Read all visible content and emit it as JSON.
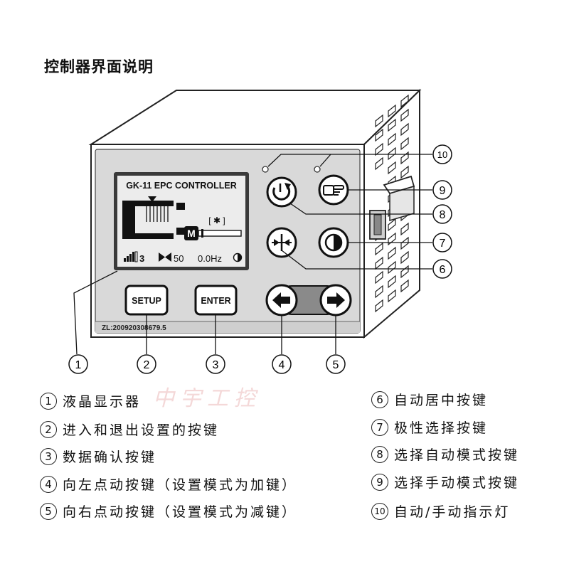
{
  "title": "控制器界面说明",
  "lcd": {
    "header": "GK-11 EPC CONTROLLER",
    "bracket_glyphs": "[  ✱  ]",
    "mode_letter": "M",
    "signal_value": "3",
    "gain_value": "50",
    "frequency": "0.0Hz"
  },
  "panel": {
    "setup_label": "SETUP",
    "enter_label": "ENTER",
    "patent": "ZL:200920308679.5"
  },
  "callouts": {
    "c1": "1",
    "c2": "2",
    "c3": "3",
    "c4": "4",
    "c5": "5",
    "c6": "6",
    "c7": "7",
    "c8": "8",
    "c9": "9",
    "c10": "10"
  },
  "legend_left": [
    {
      "num": "1",
      "text": "液晶显示器"
    },
    {
      "num": "2",
      "text": "进入和退出设置的按键"
    },
    {
      "num": "3",
      "text": "数据确认按键"
    },
    {
      "num": "4",
      "text": "向左点动按键（设置模式为加键）"
    },
    {
      "num": "5",
      "text": "向右点动按键（设置模式为减键）"
    }
  ],
  "legend_right": [
    {
      "num": "6",
      "text": "自动居中按键"
    },
    {
      "num": "7",
      "text": "极性选择按键"
    },
    {
      "num": "8",
      "text": "选择自动模式按键"
    },
    {
      "num": "9",
      "text": "选择手动模式按键"
    },
    {
      "num": "10",
      "text": "自动/手动指示灯"
    }
  ],
  "watermark": "中宇工控",
  "colors": {
    "panel": "#d9d9d9",
    "lcd": "#ececec",
    "dark": "#1a1a1a",
    "key_gray": "#8a8a8a"
  }
}
